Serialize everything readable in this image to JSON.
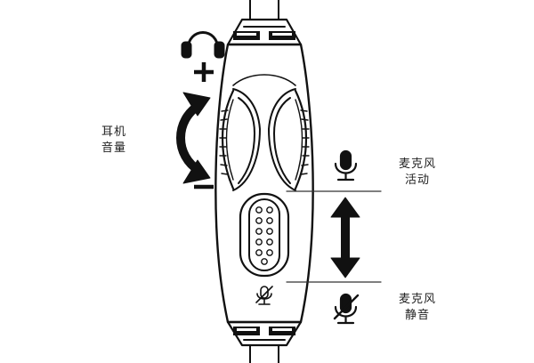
{
  "labels": {
    "headset_volume": {
      "line1": "耳机",
      "line2": "音量"
    },
    "mic_active": {
      "line1": "麦克风",
      "line2": "活动"
    },
    "mic_mute": {
      "line1": "麦克风",
      "line2": "静音"
    }
  },
  "symbols": {
    "increase": "+",
    "decrease": "−"
  },
  "icons": {
    "headphone": "headphone-icon",
    "microphone": "microphone-icon",
    "microphone_muted": "microphone-muted-icon"
  },
  "colors": {
    "ink": "#111111",
    "background": "#ffffff",
    "guide_line": "#333333"
  }
}
